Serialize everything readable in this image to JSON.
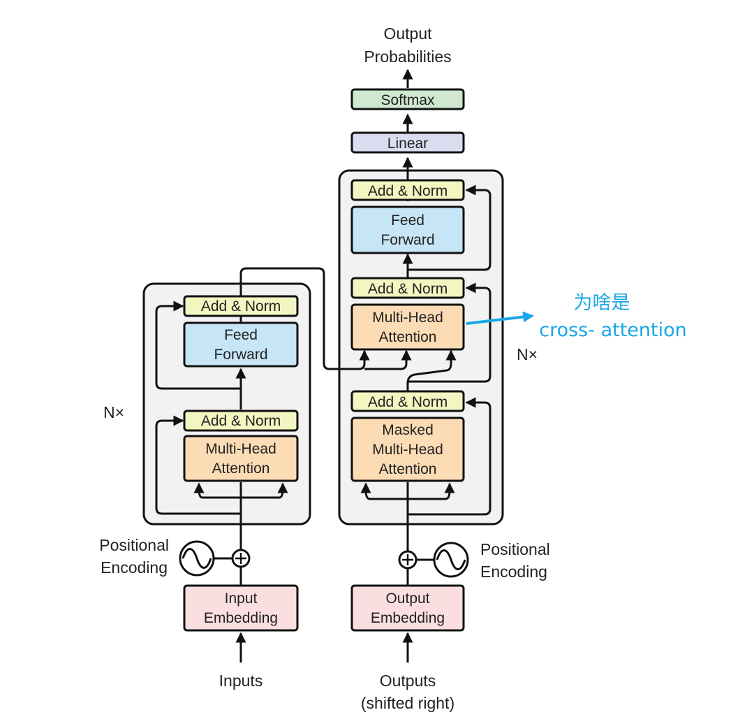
{
  "encoder": {
    "add_norm_top": "Add & Norm",
    "feed_forward": [
      "Feed",
      "Forward"
    ],
    "add_norm_bottom": "Add & Norm",
    "attention": [
      "Multi-Head",
      "Attention"
    ],
    "repeat": "N×",
    "positional_encoding": [
      "Positional",
      "Encoding"
    ],
    "embedding": [
      "Input",
      "Embedding"
    ],
    "input_label": "Inputs"
  },
  "decoder": {
    "add_norm_top": "Add & Norm",
    "feed_forward": [
      "Feed",
      "Forward"
    ],
    "add_norm_middle": "Add & Norm",
    "cross_attention": [
      "Multi-Head",
      "Attention"
    ],
    "add_norm_bottom": "Add & Norm",
    "masked_attention": [
      "Masked",
      "Multi-Head",
      "Attention"
    ],
    "repeat": "N×",
    "positional_encoding": [
      "Positional",
      "Encoding"
    ],
    "embedding": [
      "Output",
      "Embedding"
    ],
    "input_label": [
      "Outputs",
      "(shifted right)"
    ]
  },
  "head": {
    "linear": "Linear",
    "softmax": "Softmax",
    "output_label": [
      "Output",
      "Probabilities"
    ]
  },
  "annotation": {
    "question": "为啥是",
    "term": "cross- attention",
    "color": "#1aa6e8"
  },
  "colors": {
    "add_norm": "#f3f6c1",
    "feed_forward": "#c6e6f7",
    "attention": "#fcdcb5",
    "embedding": "#fbdfe0",
    "linear": "#dcdcf1",
    "softmax": "#cfe8cf",
    "stack_background": "#f2f2f2"
  }
}
